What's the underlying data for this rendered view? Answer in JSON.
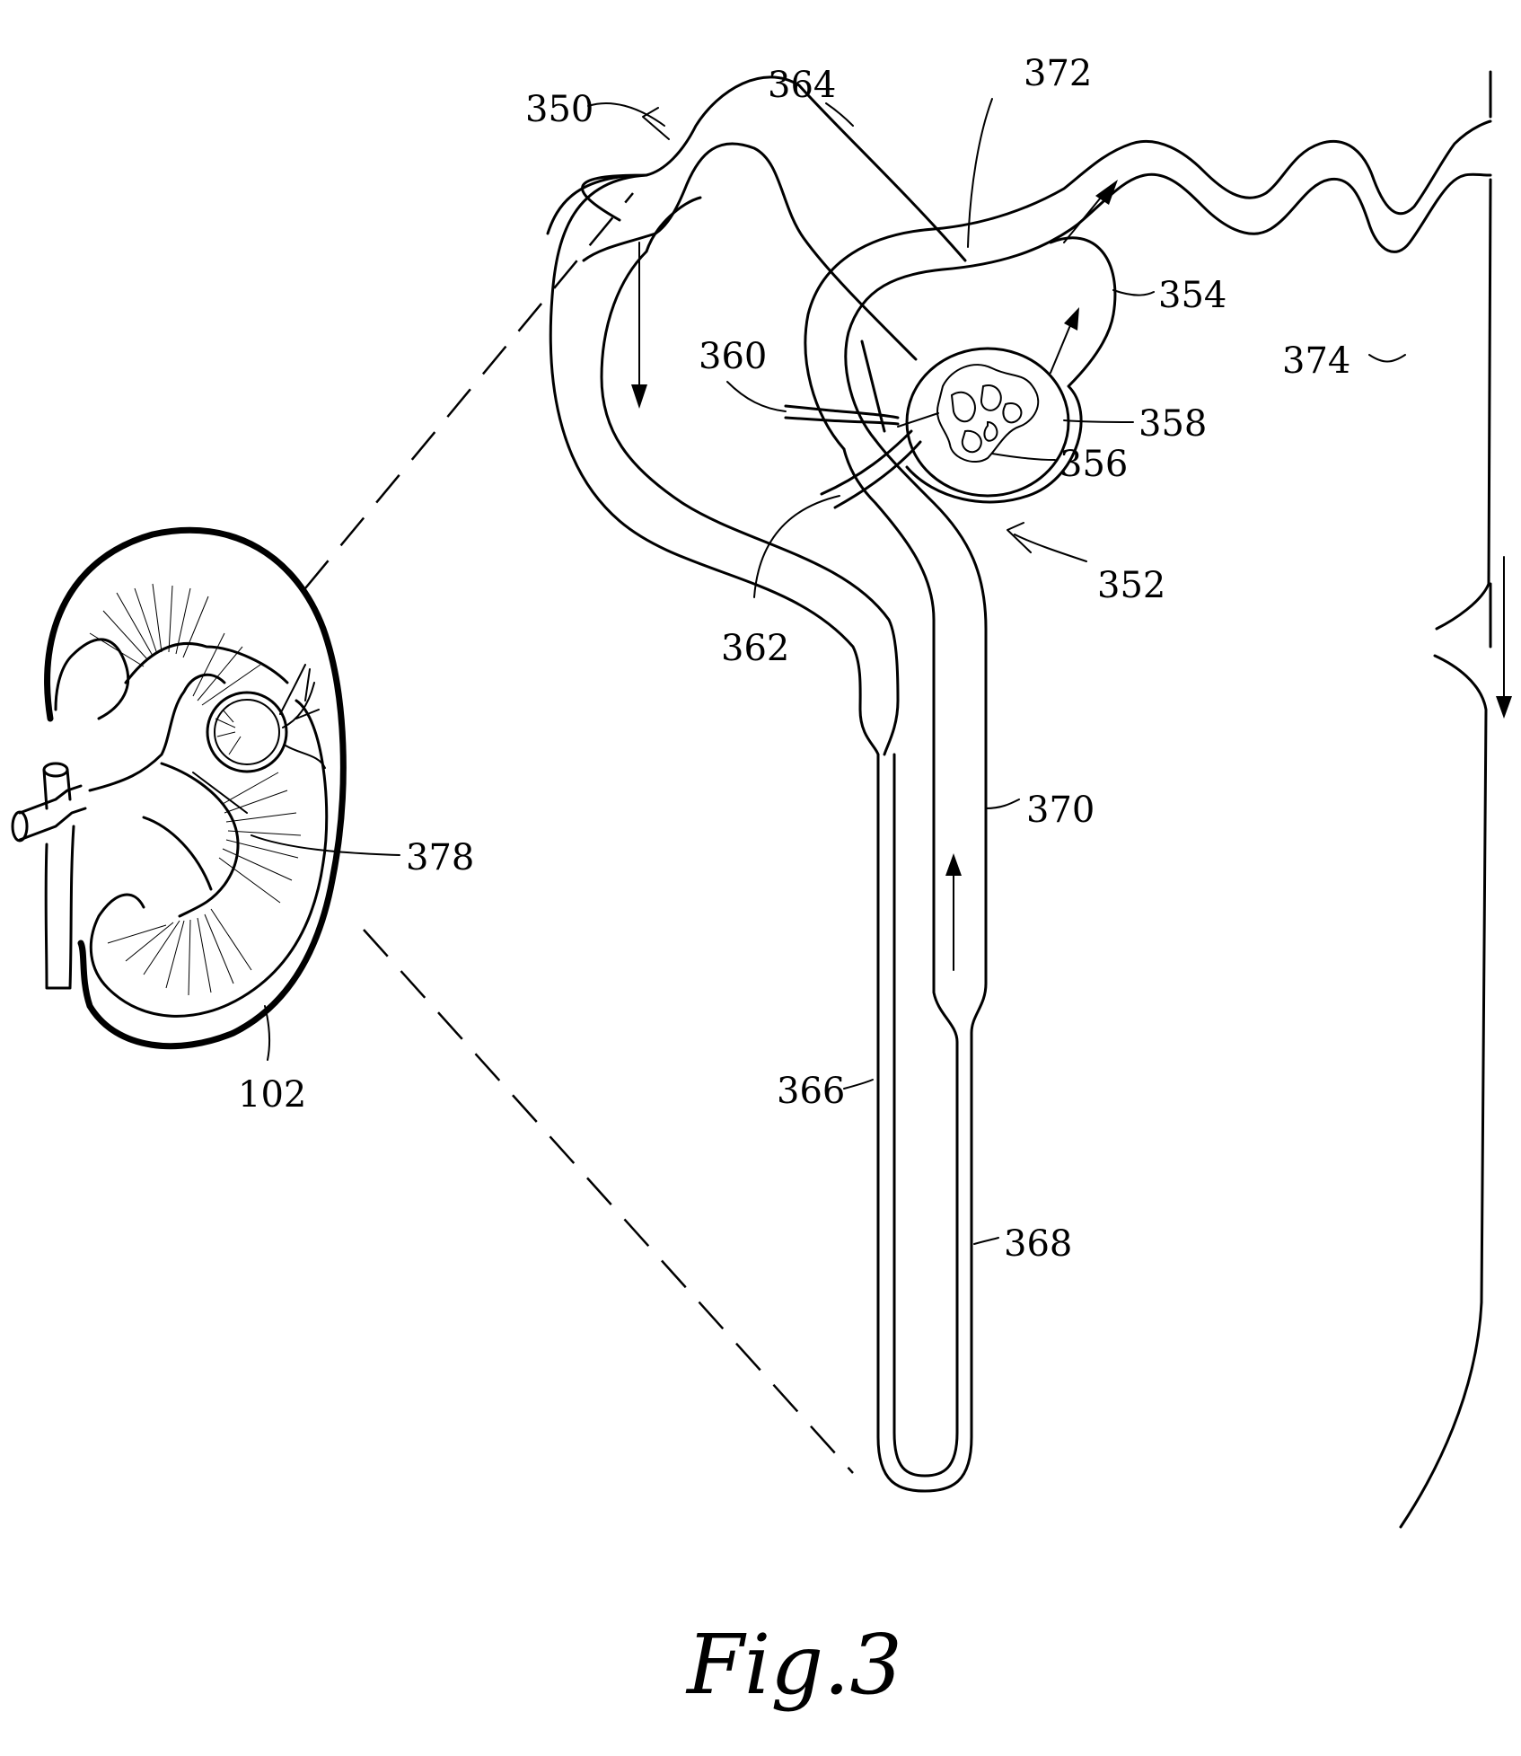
{
  "figure": {
    "caption": "Fig.3",
    "labels": {
      "l350": "350",
      "l364": "364",
      "l372": "372",
      "l354": "354",
      "l360": "360",
      "l358": "358",
      "l356": "356",
      "l352": "352",
      "l362": "362",
      "l374": "374",
      "l370": "370",
      "l366": "366",
      "l368": "368",
      "l378": "378",
      "l102": "102"
    }
  }
}
